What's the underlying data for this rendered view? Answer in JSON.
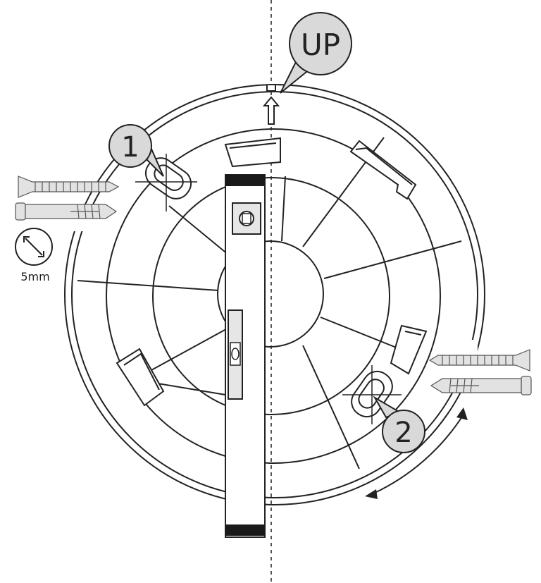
{
  "labels": {
    "up": "UP",
    "hole_1": "1",
    "hole_2": "2",
    "drill_size": "5mm"
  },
  "icons": {
    "screw": "screw-icon",
    "wall_plug": "wall-plug-icon",
    "spirit_level": "spirit-level-icon",
    "diameter": "diameter-icon",
    "rotate_arrow": "rotation-arrow-icon",
    "up_arrow": "up-arrow-icon"
  },
  "colors": {
    "line": "#222222",
    "callout_fill": "#d9d9d9",
    "hardware_fill": "#e2e2e2",
    "level_end": "#1a1a1a"
  }
}
